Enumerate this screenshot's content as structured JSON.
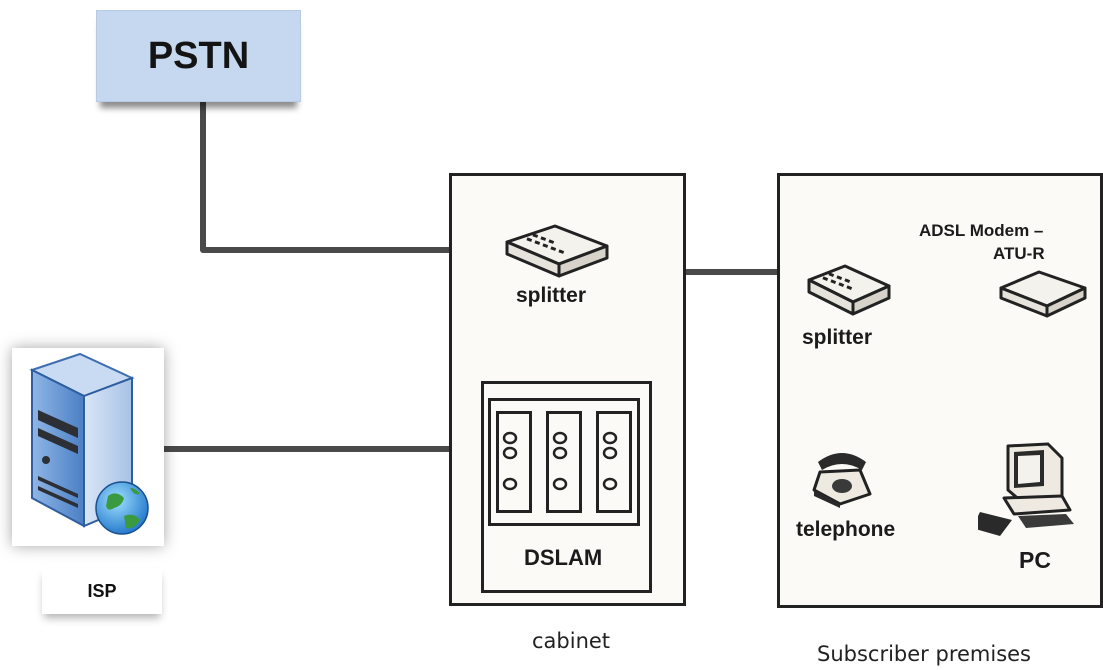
{
  "labels": {
    "pstn": "PSTN",
    "isp": "ISP",
    "cabinet_splitter": "splitter",
    "premises_splitter": "splitter",
    "modem_line1": "ADSL Modem –",
    "modem_line2": "ATU-R",
    "dslam": "DSLAM",
    "telephone": "telephone",
    "pc": "PC",
    "cabinet_caption": "cabinet",
    "premises_caption": "Subscriber premises"
  },
  "colors": {
    "pstn_fill": "#c5d8ef",
    "line": "#4a4a4a",
    "outline": "#222222",
    "box_fill": "#fbfaf6"
  },
  "icons": [
    "server-icon",
    "globe-icon",
    "splitter-icon",
    "modem-icon",
    "telephone-icon",
    "pc-icon"
  ]
}
